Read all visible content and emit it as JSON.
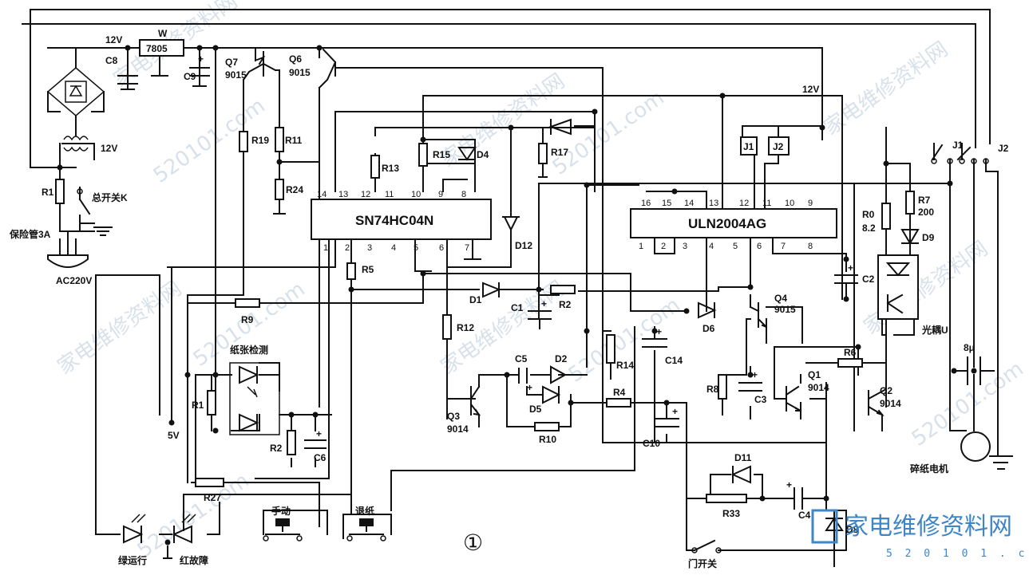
{
  "labels": {
    "v12_top": "12V",
    "w_label": "W",
    "reg": "7805",
    "c8": "C8",
    "c9": "C9",
    "q7": "Q7",
    "q7_type": "9015",
    "q6": "Q6",
    "q6_type": "9015",
    "v12_right": "12V",
    "v12_xfmr": "12V",
    "r1_top": "R1",
    "main_switch": "总开关K",
    "fuse": "保险管3A",
    "ac": "AC220V",
    "r19": "R19",
    "r11": "R11",
    "r24": "R24",
    "r13": "R13",
    "r15": "R15",
    "d4": "D4",
    "r17": "R17",
    "d12": "D12",
    "r5": "R5",
    "ic1": "SN74HC04N",
    "ic2": "ULN2004AG",
    "j1_coil": "J1",
    "j2_coil": "J2",
    "j1_sw": "J1",
    "j2_sw": "J2",
    "r0": "R0",
    "r0_val": "8.2",
    "r7": "R7",
    "r7_val": "200",
    "d9": "D9",
    "c2": "C2",
    "d1": "D1",
    "c1": "C1",
    "r2a": "R2",
    "q4": "Q4",
    "q4_type": "9015",
    "d6": "D6",
    "optocoupler": "光耦U",
    "cap_8u": "8μ",
    "r9": "R9",
    "paper_detect": "纸张检测",
    "r12": "R12",
    "c5": "C5",
    "d2": "D2",
    "r14": "R14",
    "c14": "C14",
    "r6": "R6",
    "r8": "R8",
    "c3": "C3",
    "q1": "Q1",
    "q1_type": "9014",
    "q2": "Q2",
    "q2_type": "9014",
    "r1_mid": "R1",
    "v5": "5V",
    "r2b": "R2",
    "c6": "C6",
    "q3": "Q3",
    "q3_type": "9014",
    "d5": "D5",
    "r4": "R4",
    "r10": "R10",
    "c10": "C10",
    "motor": "碎纸电机",
    "d11": "D11",
    "r27": "R27",
    "r33": "R33",
    "c4": "C4",
    "d8": "D8",
    "manual": "手动",
    "retreat": "退纸",
    "green_run": "绿运行",
    "red_fault": "红故障",
    "door_switch": "门开关",
    "circled_one": "①"
  },
  "ic1_pins_top": [
    "14",
    "13",
    "12",
    "11",
    "10",
    "9",
    "8"
  ],
  "ic1_pins_bottom": [
    "1",
    "2",
    "3",
    "4",
    "5",
    "6",
    "7"
  ],
  "ic2_pins_top": [
    "16",
    "15",
    "14",
    "13",
    "12",
    "11",
    "10",
    "9"
  ],
  "ic2_pins_bottom": [
    "1",
    "2",
    "3",
    "4",
    "5",
    "6",
    "7",
    "8"
  ],
  "watermark": {
    "cn": "家电维修资料网",
    "url": "520101.com"
  },
  "logo": {
    "cn": "家电维修资料网",
    "url": "5 2 0 1 0 1 . c o m"
  },
  "colors": {
    "ink": "#111111",
    "watermark": "#b9c9d9",
    "logo": "#3f86c6"
  }
}
